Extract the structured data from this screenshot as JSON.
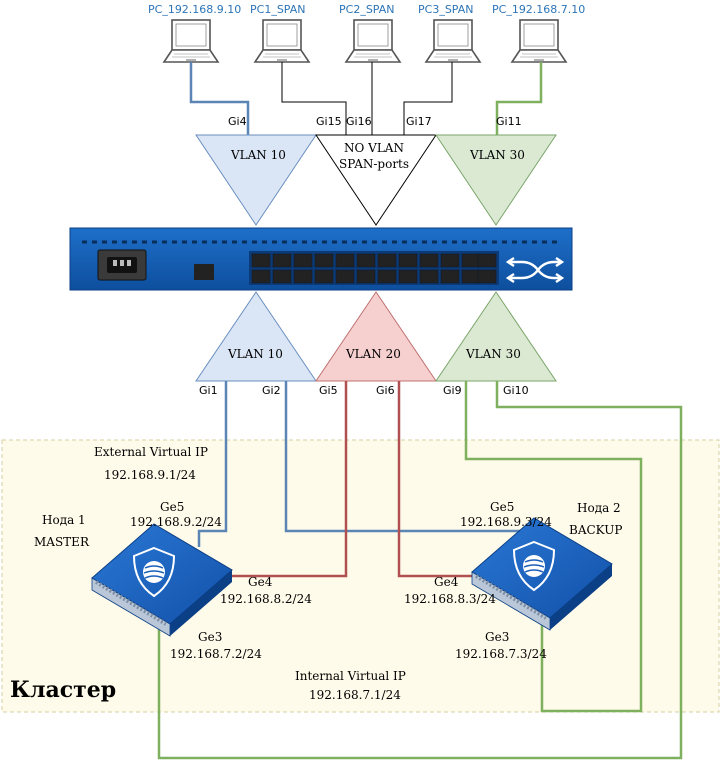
{
  "pcs": [
    {
      "label": "PC_192.168.9.10"
    },
    {
      "label": "PC1_SPAN"
    },
    {
      "label": "PC2_SPAN"
    },
    {
      "label": "PC3_SPAN"
    },
    {
      "label": "PC_192.168.7.10"
    }
  ],
  "top_ports": {
    "gi4": "Gi4",
    "gi15": "Gi15",
    "gi16": "Gi16",
    "gi17": "Gi17",
    "gi11": "Gi11"
  },
  "top_vlans": {
    "vlan10": "VLAN 10",
    "span_line1": "NO VLAN",
    "span_line2": "SPAN-ports",
    "vlan30": "VLAN 30"
  },
  "bottom_vlans": {
    "vlan10": "VLAN 10",
    "vlan20": "VLAN 20",
    "vlan30": "VLAN 30"
  },
  "bottom_ports": {
    "gi1": "Gi1",
    "gi2": "Gi2",
    "gi5": "Gi5",
    "gi6": "Gi6",
    "gi9": "Gi9",
    "gi10": "Gi10"
  },
  "cluster": {
    "title": "Кластер",
    "external_vip_label": "External Virtual IP",
    "external_vip": "192.168.9.1/24",
    "internal_vip_label": "Internal Virtual IP",
    "internal_vip": "192.168.7.1/24"
  },
  "node1": {
    "name": "Нода 1",
    "role": "MASTER",
    "ge5": "Ge5",
    "ge5_ip": "192.168.9.2/24",
    "ge4": "Ge4",
    "ge4_ip": "192.168.8.2/24",
    "ge3": "Ge3",
    "ge3_ip": "192.168.7.2/24"
  },
  "node2": {
    "name": "Нода 2",
    "role": "BACKUP",
    "ge5": "Ge5",
    "ge5_ip": "192.168.9.3/24",
    "ge4": "Ge4",
    "ge4_ip": "192.168.8.3/24",
    "ge3": "Ge3",
    "ge3_ip": "192.168.7.3/24"
  },
  "colors": {
    "vlan10": "#5b85b5",
    "vlan20": "#b05050",
    "vlan30": "#7fb05e",
    "switch": "#1565c0",
    "cluster_bg": "#fffbea"
  }
}
